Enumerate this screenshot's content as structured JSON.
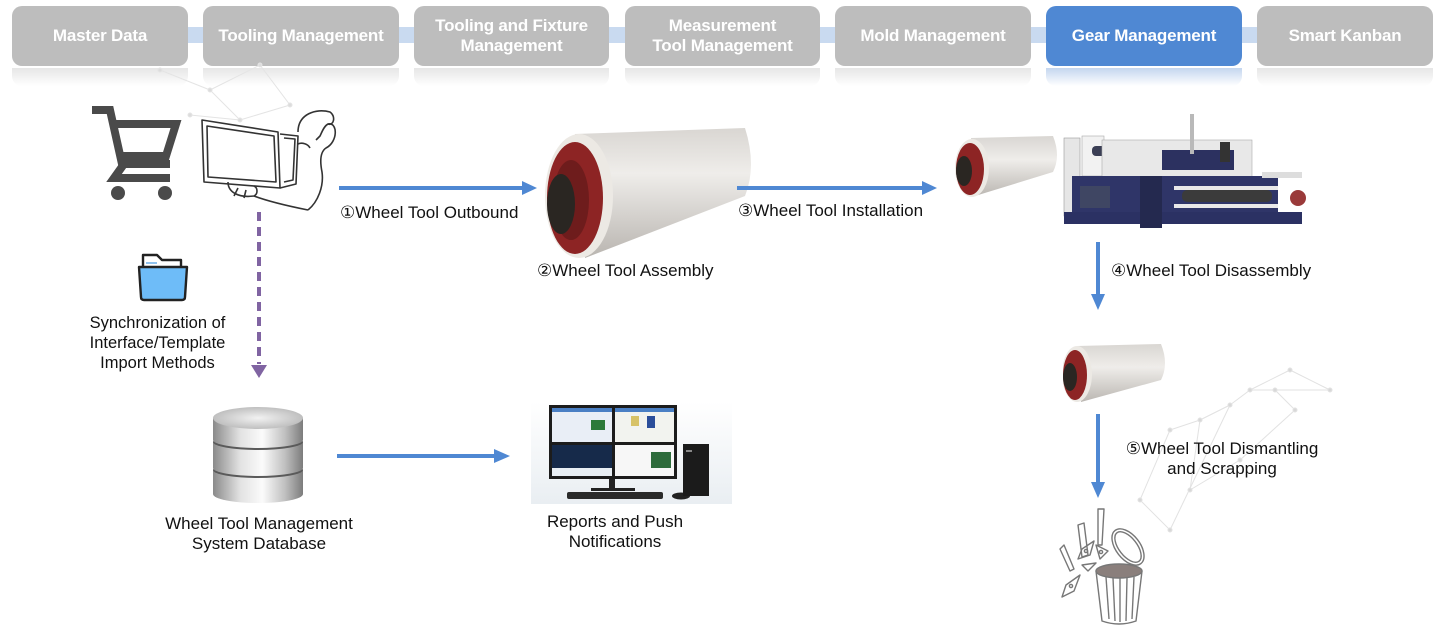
{
  "nav": {
    "items": [
      {
        "label": "Master Data",
        "active": false
      },
      {
        "label": "Tooling Management",
        "active": false
      },
      {
        "label": "Tooling and Fixture\nManagement",
        "active": false
      },
      {
        "label": "Measurement\nTool Management",
        "active": false
      },
      {
        "label": "Mold Management",
        "active": false
      },
      {
        "label": "Gear Management",
        "active": true
      },
      {
        "label": "Smart Kanban",
        "active": false
      }
    ],
    "active_color": "#4f88d3",
    "inactive_color": "#bdbdbd",
    "connector_color": "#c9daf0"
  },
  "diagram": {
    "arrow_color": "#4f88d3",
    "dashed_arrow_color": "#8064a2",
    "nodes": {
      "shopping_cart": {
        "icon": "shopping-cart-icon"
      },
      "operator": {
        "icon": "person-at-computer-icon"
      },
      "folder": {
        "icon": "folder-icon",
        "label": "Synchronization of\nInterface/Template\nImport Methods"
      },
      "database": {
        "icon": "database-icon",
        "label": "Wheel Tool Management\nSystem Database"
      },
      "reports": {
        "icon": "multi-monitor-workstation-icon",
        "label": "Reports and Push\nNotifications"
      },
      "assembly_roller": {
        "icon": "roller-icon"
      },
      "install_machine": {
        "icon": "veneer-lathe-machine-icon"
      },
      "disassembled_roller": {
        "icon": "roller-icon"
      },
      "trash": {
        "icon": "trash-bin-icon"
      }
    },
    "steps": [
      {
        "label": "①Wheel Tool Outbound"
      },
      {
        "label": "②Wheel Tool Assembly"
      },
      {
        "label": "③Wheel Tool Installation"
      },
      {
        "label": "④Wheel Tool Disassembly"
      },
      {
        "label": "⑤Wheel Tool Dismantling\nand Scrapping"
      }
    ]
  }
}
